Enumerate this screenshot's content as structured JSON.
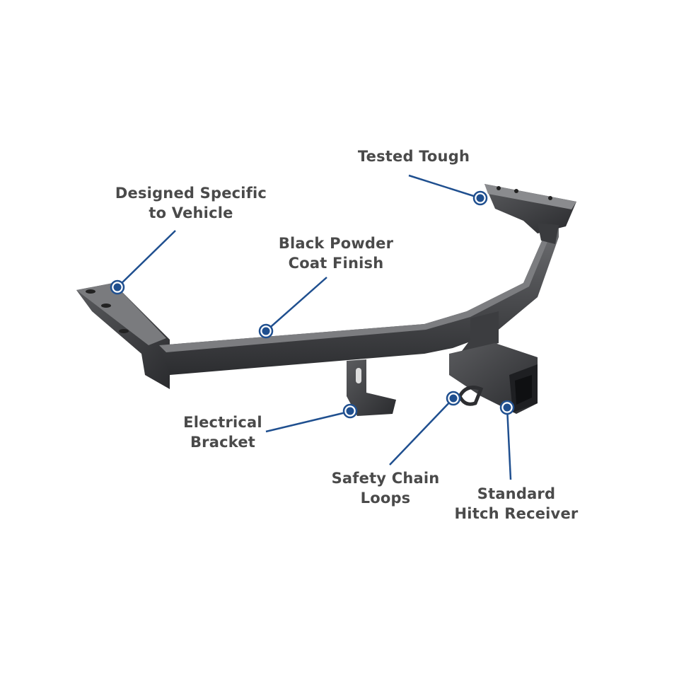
{
  "diagram": {
    "subject": "Trailer hitch",
    "accent_color": "#1f4f8f",
    "text_color": "#4a4a4a",
    "callouts": [
      {
        "id": "designed",
        "lines": [
          "Designed Specific",
          "to Vehicle"
        ]
      },
      {
        "id": "tested",
        "lines": [
          "Tested Tough"
        ]
      },
      {
        "id": "powder",
        "lines": [
          "Black Powder",
          "Coat Finish"
        ]
      },
      {
        "id": "electrical",
        "lines": [
          "Electrical",
          "Bracket"
        ]
      },
      {
        "id": "safety",
        "lines": [
          "Safety Chain",
          "Loops"
        ]
      },
      {
        "id": "receiver",
        "lines": [
          "Standard",
          "Hitch Receiver"
        ]
      }
    ]
  }
}
